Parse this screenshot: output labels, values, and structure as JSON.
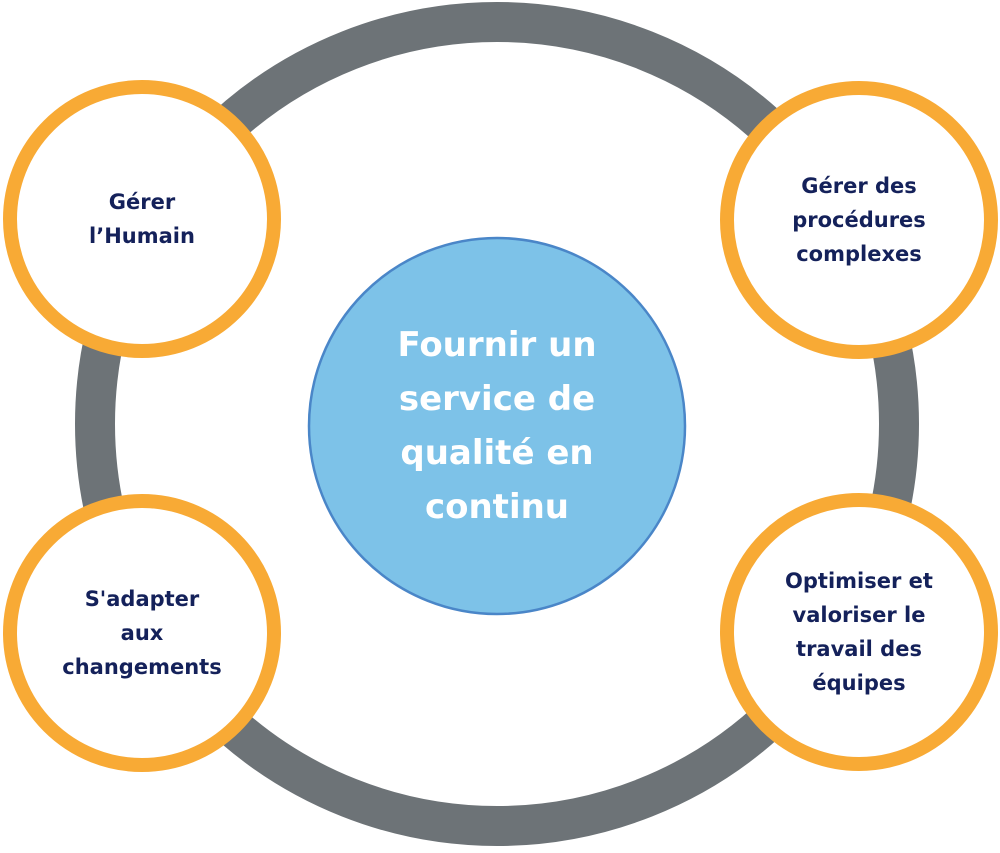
{
  "colors": {
    "ring": "#6d7377",
    "node_border": "#f8aa35",
    "node_fill": "#ffffff",
    "center_fill": "#7dc2e8",
    "center_border": "#4a86c8",
    "node_text": "#14215a",
    "center_text": "#ffffff"
  },
  "center": {
    "label": "Fournir un\nservice de\nqualité en\ncontinu"
  },
  "nodes": [
    {
      "id": "top-left",
      "label": "Gérer\nl’Humain"
    },
    {
      "id": "top-right",
      "label": "Gérer des\nprocédures\ncomplexes"
    },
    {
      "id": "bottom-left",
      "label": "S'adapter\naux\nchangements"
    },
    {
      "id": "bottom-right",
      "label": "Optimiser et\nvaloriser le\ntravail des\néquipes"
    }
  ]
}
